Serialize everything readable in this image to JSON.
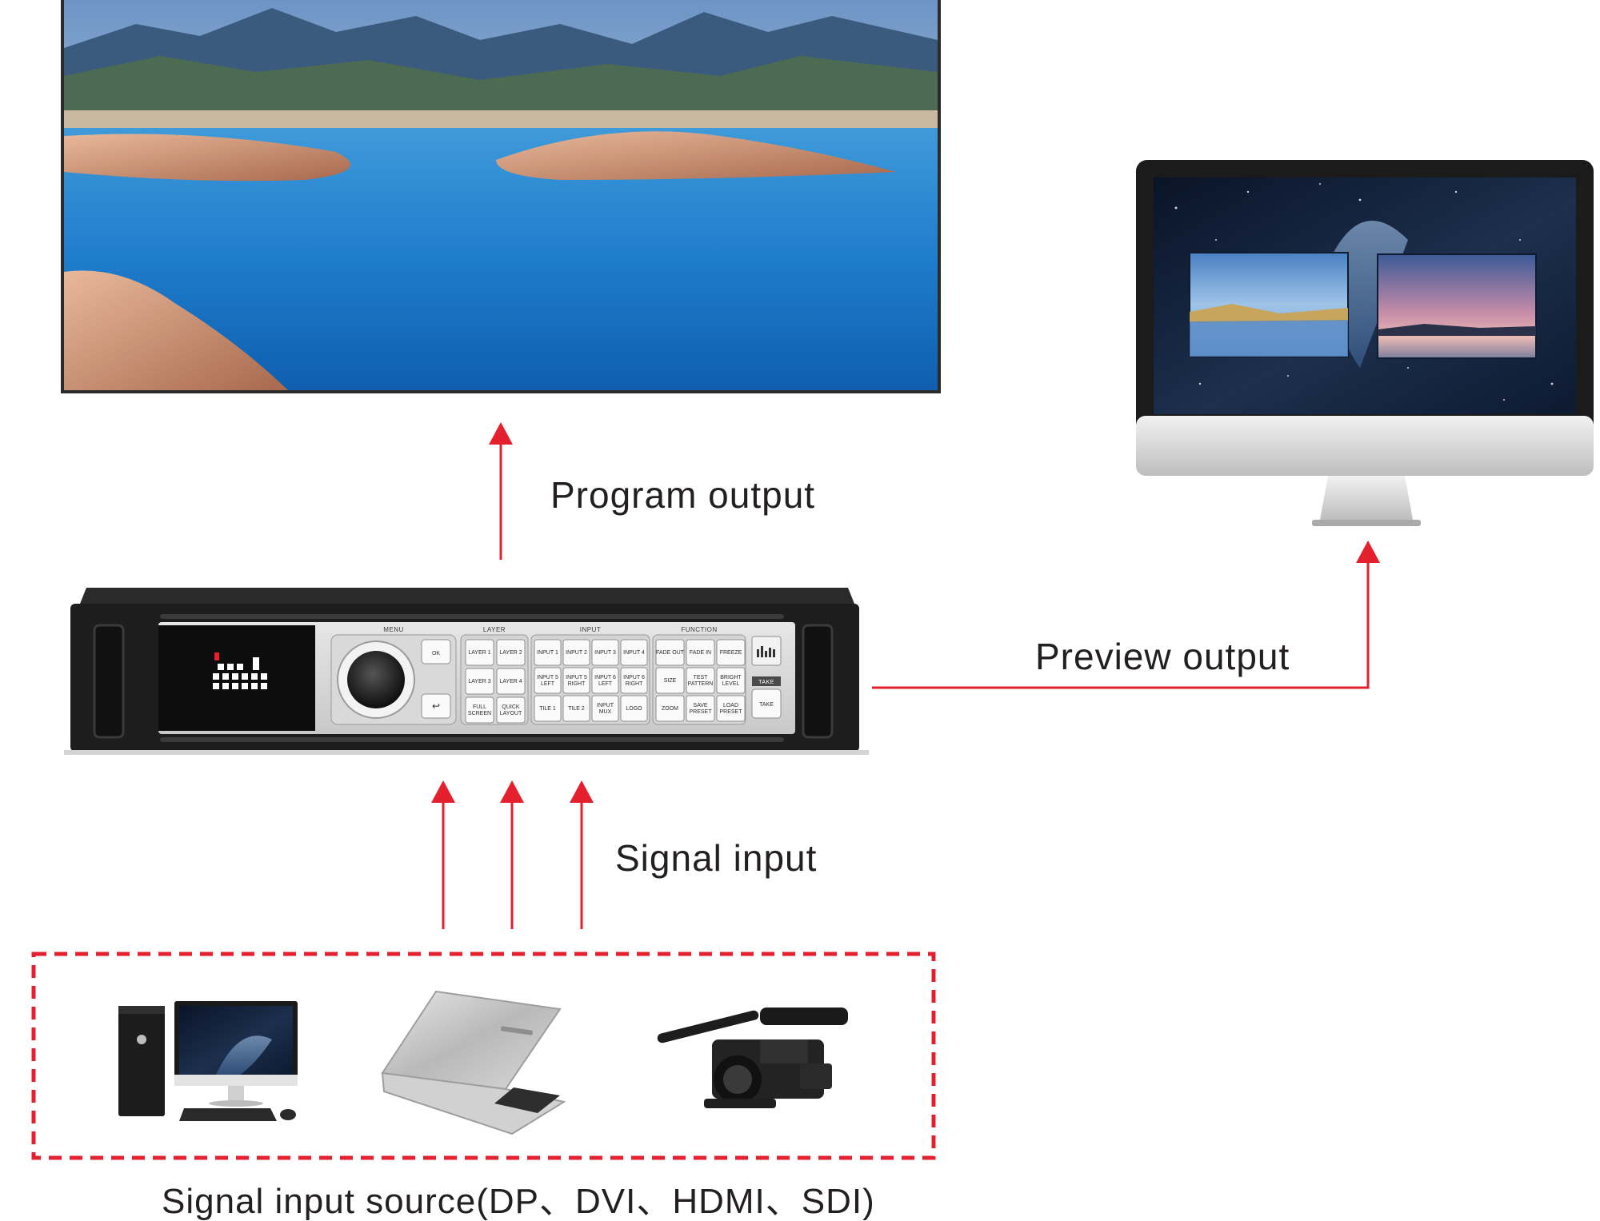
{
  "labels": {
    "program_output": "Program output",
    "preview_output": "Preview output",
    "signal_input": "Signal input",
    "signal_input_source": "Signal input source(DP、DVI、HDMI、SDI)"
  },
  "processor_panel": {
    "menu_header": "MENU",
    "layer_header": "LAYER",
    "input_header": "INPUT",
    "function_header": "FUNCTION",
    "take_header": "TAKE",
    "menu_keys": [
      "OK",
      "↩"
    ],
    "layer_keys": [
      "LAYER 1",
      "LAYER 2",
      "LAYER 3",
      "LAYER 4",
      "FULL SCREEN",
      "QUICK LAYOUT"
    ],
    "input_keys": [
      "INPUT 1",
      "INPUT 2",
      "INPUT 3",
      "INPUT 4",
      "INPUT 5 LEFT",
      "INPUT 5 RIGHT",
      "INPUT 6 LEFT",
      "INPUT 6 RIGHT",
      "TILE 1",
      "TILE 2",
      "INPUT MUX",
      "LOGO"
    ],
    "function_keys": [
      "FADE OUT",
      "FADE IN",
      "FREEZE",
      "SIZE",
      "TEST PATTERN",
      "BRIGHT LEVEL",
      "ZOOM",
      "SAVE PRESET",
      "LOAD PRESET"
    ],
    "take_key": "TAKE"
  },
  "colors": {
    "arrow_red": "#e4202f",
    "dashed_border": "#e4202f",
    "text": "#231f20"
  }
}
